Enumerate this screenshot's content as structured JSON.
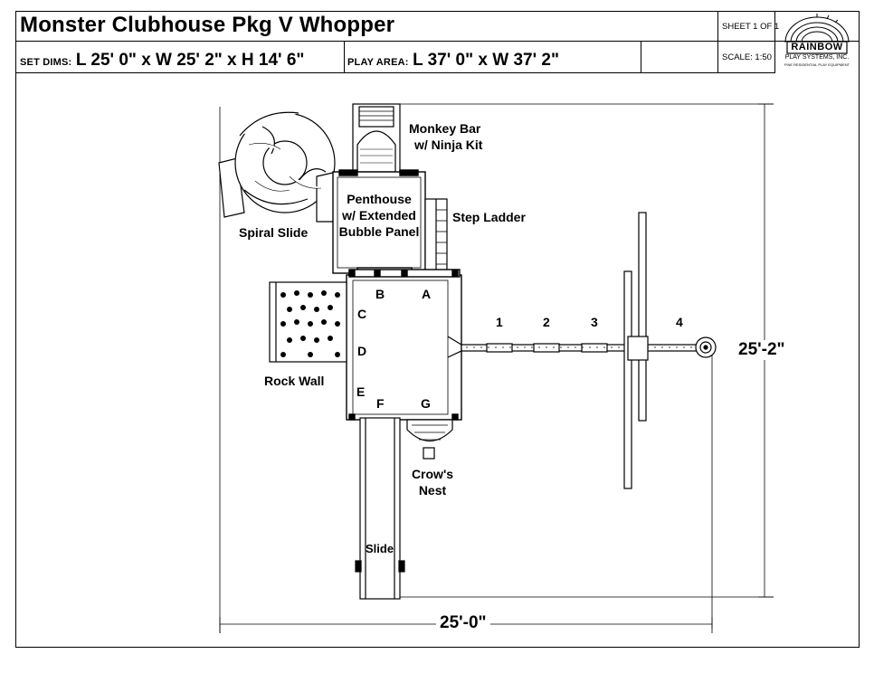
{
  "header": {
    "title": "Monster Clubhouse Pkg V Whopper",
    "sheet": "SHEET 1 OF 1",
    "scale": "SCALE: 1:50",
    "set_dims_label": "SET DIMS:",
    "set_dims_value": "L 25' 0\" x W 25' 2\" x H 14' 6\"",
    "play_area_label": "PLAY AREA:",
    "play_area_value": "L 37' 0\" x W 37' 2\""
  },
  "logo": {
    "brand": "RAINBOW",
    "line1": "PLAY SYSTEMS, INC.",
    "line2": "FINE RESIDENTIAL PLAY EQUIPMENT"
  },
  "labels": {
    "monkey_bar": [
      "Monkey Bar",
      "w/ Ninja Kit"
    ],
    "penthouse": [
      "Penthouse",
      "w/ Extended",
      "Bubble Panel"
    ],
    "step_ladder": "Step Ladder",
    "spiral_slide": "Spiral Slide",
    "rock_wall": "Rock Wall",
    "crows_nest": [
      "Crow's",
      "Nest"
    ],
    "slide": "Slide"
  },
  "positions": [
    "A",
    "B",
    "C",
    "D",
    "E",
    "F",
    "G"
  ],
  "swing_positions": [
    "1",
    "2",
    "3",
    "4"
  ],
  "dimensions": {
    "width": "25'-0\"",
    "depth": "25'-2\""
  }
}
